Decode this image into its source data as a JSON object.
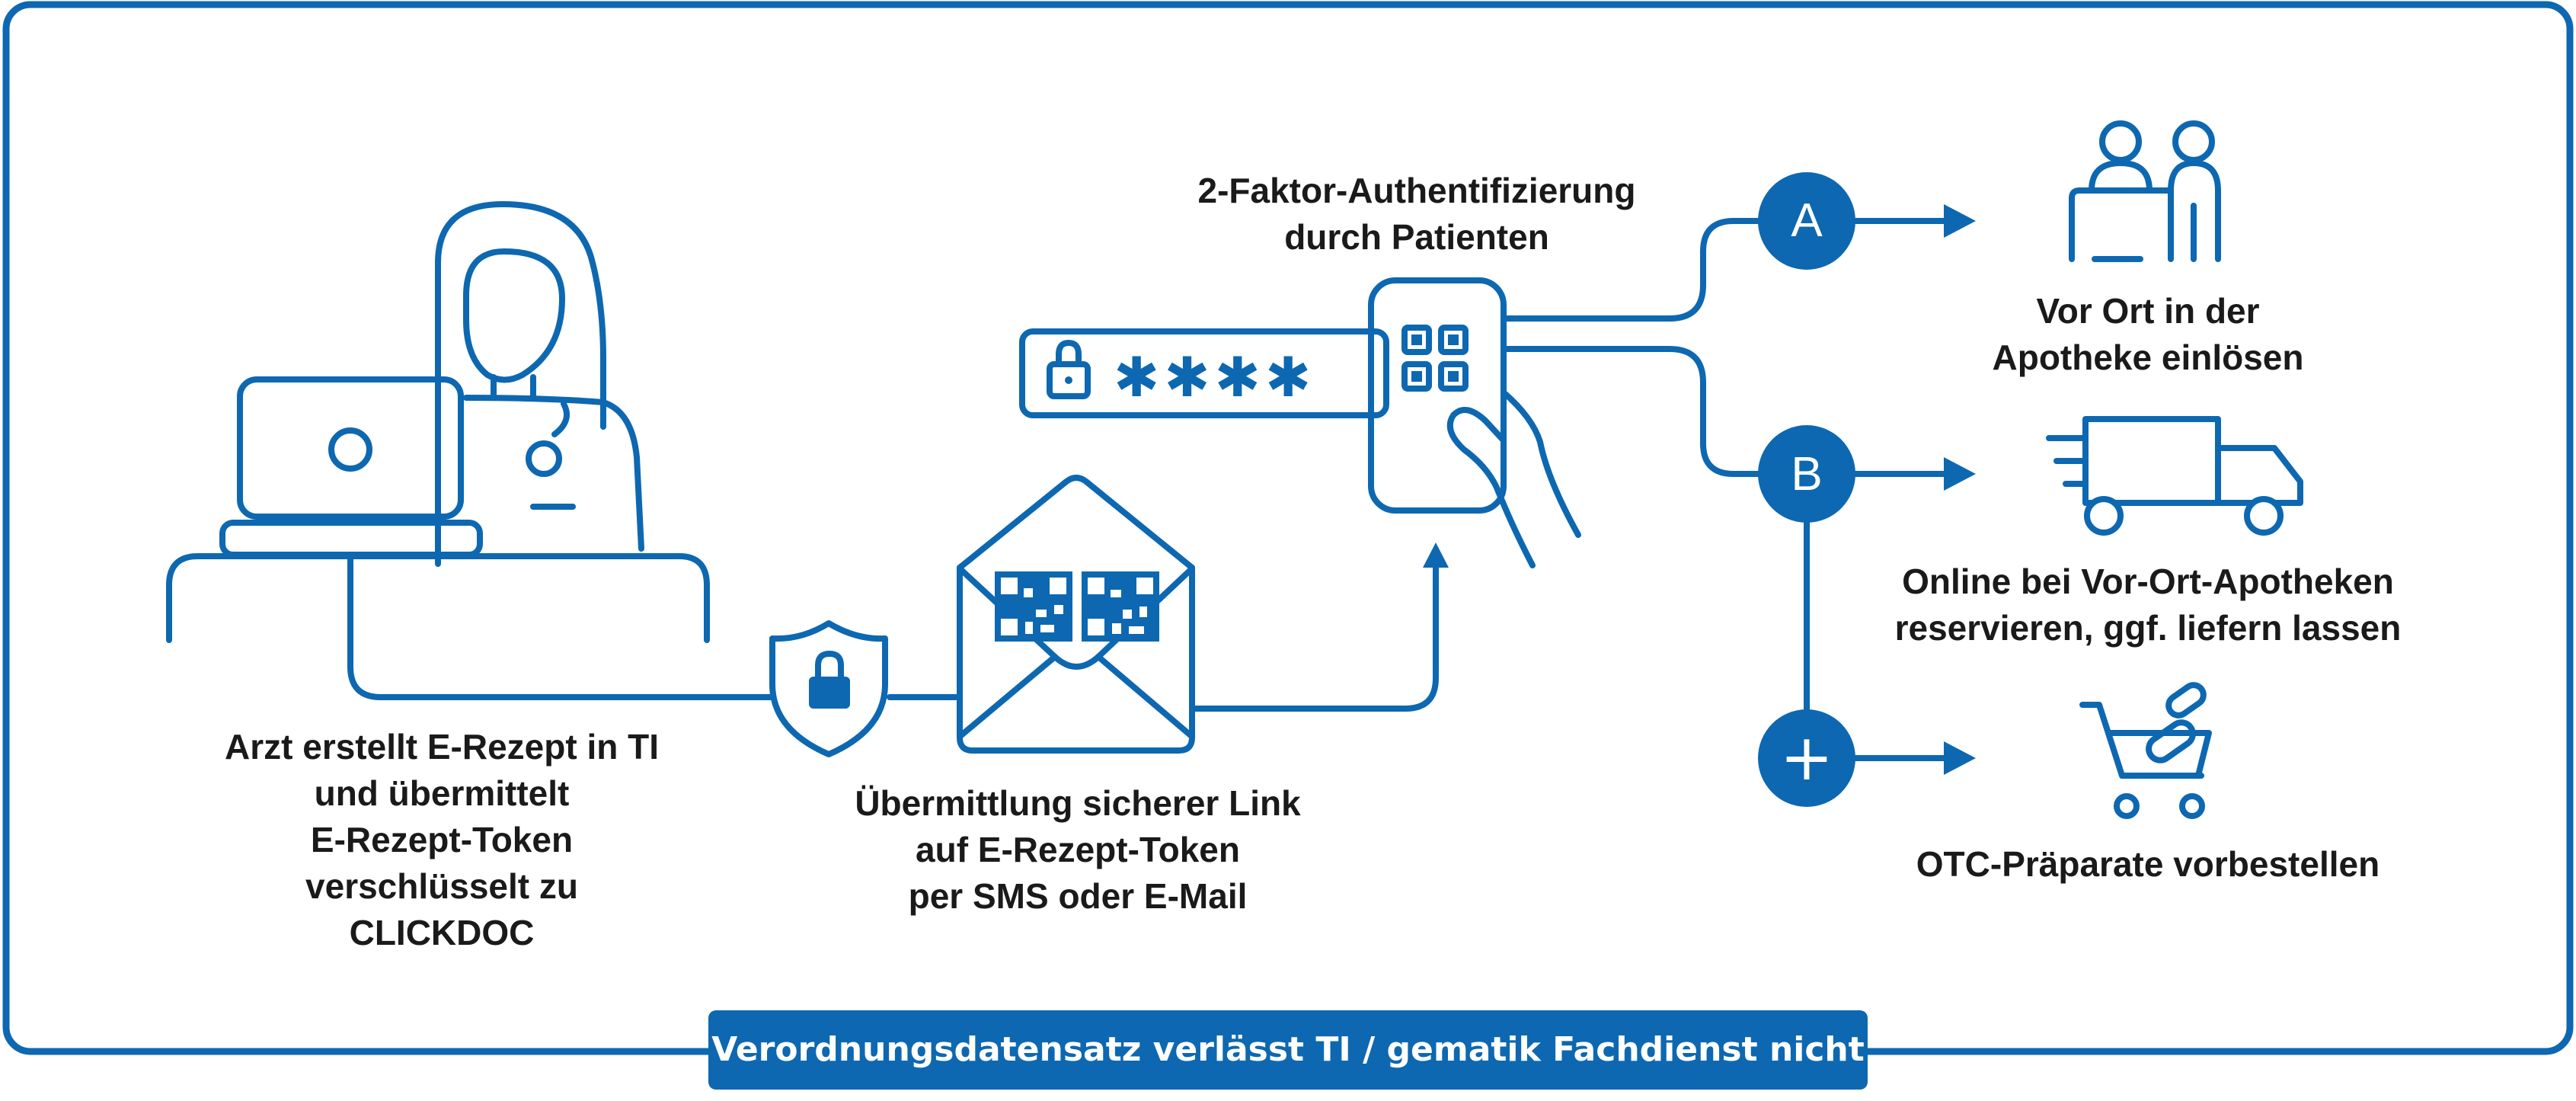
{
  "labels": {
    "doctor": [
      "Arzt erstellt E-Rezept in TI",
      "und übermittelt",
      "E-Rezept-Token",
      "verschlüsselt zu",
      "CLICKDOC"
    ],
    "transmission": [
      "Übermittlung sicherer Link",
      "auf E-Rezept-Token",
      "per SMS oder E-Mail"
    ],
    "auth": [
      "2-Faktor-Authentifizierung",
      "durch Patienten"
    ],
    "option_a": [
      "Vor Ort in der",
      "Apotheke einlösen"
    ],
    "option_b": [
      "Online bei Vor-Ort-Apotheken",
      "reservieren, ggf. liefern lassen"
    ],
    "option_plus": [
      "OTC-Präparate vorbestellen"
    ]
  },
  "badges": {
    "a": "A",
    "b": "B",
    "plus": "+"
  },
  "password_mask": "✱✱✱✱",
  "banner": "Verordnungsdatensatz verlässt TI / gematik Fachdienst nicht",
  "colors": {
    "primary": "#0d68b1",
    "text": "#1a1a1a",
    "background": "#ffffff"
  },
  "icons": [
    "doctor-icon",
    "laptop-icon",
    "shield-lock-icon",
    "envelope-qr-icon",
    "password-field-icon",
    "smartphone-qr-icon",
    "pharmacy-counter-icon",
    "delivery-truck-icon",
    "shopping-cart-pills-icon"
  ]
}
